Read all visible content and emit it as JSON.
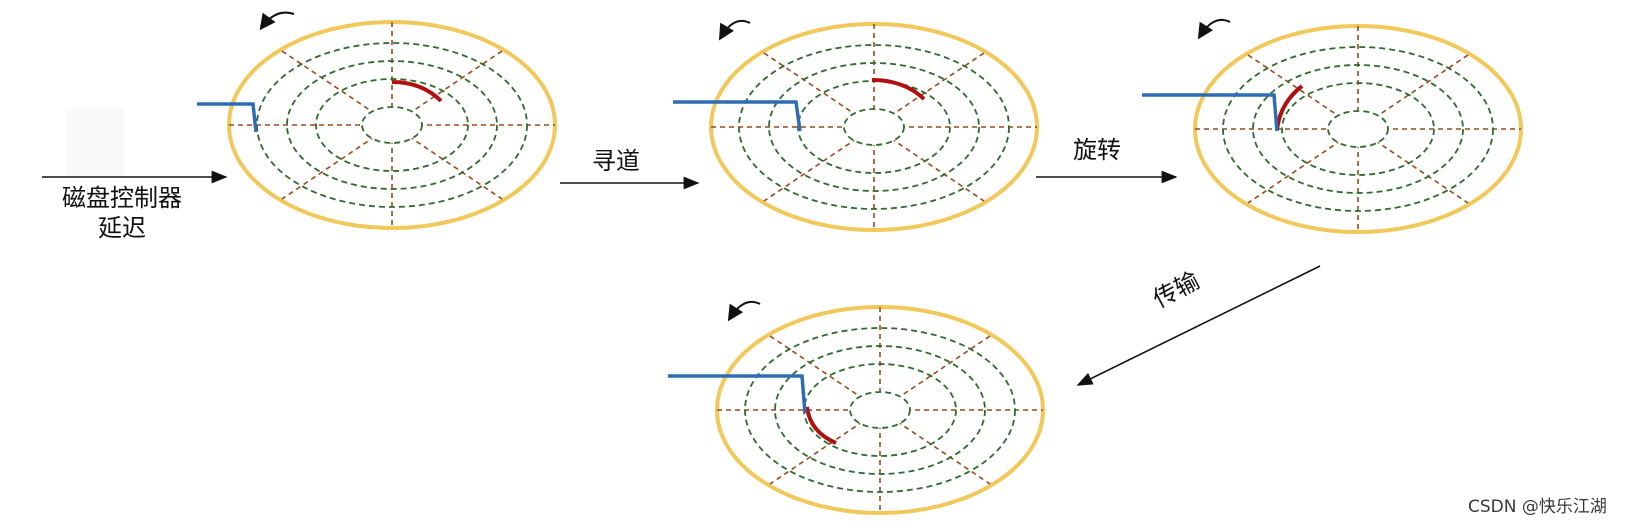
{
  "labels": {
    "controller_line1": "磁盘控制器",
    "controller_line2": "延迟",
    "seek": "寻道",
    "rotate": "旋转",
    "transfer": "传输"
  },
  "watermark": "CSDN @快乐江湖",
  "colors": {
    "platter_rim": "#F2C85B",
    "track_dash": "#2E6B2E",
    "sector_dash": "#9C4A1A",
    "arm": "#2E6DB4",
    "sector_highlight": "#B01010",
    "arrow": "#111111"
  },
  "icons": [
    "rotation-arrow-icon"
  ]
}
